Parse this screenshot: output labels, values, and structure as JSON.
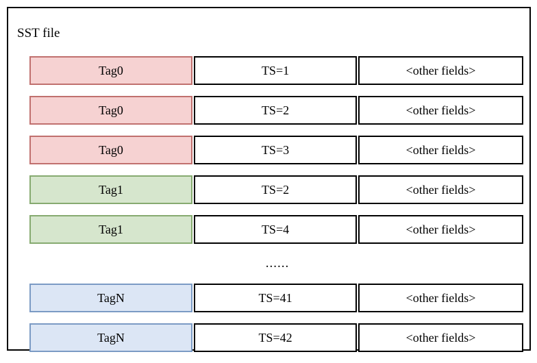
{
  "diagram": {
    "title": "SST file",
    "ellipsis": "......",
    "colors": {
      "tag0_fill": "#f6d2d2",
      "tag0_border": "#c0706e",
      "tag1_fill": "#d6e6cd",
      "tag1_border": "#86aa70",
      "tagN_fill": "#dce6f5",
      "tagN_border": "#7b9ac4",
      "frame_border": "#000000",
      "background": "#ffffff"
    },
    "rows": [
      {
        "tag": "Tag0",
        "ts": "TS=1",
        "other": "<other fields>",
        "color": "pink"
      },
      {
        "tag": "Tag0",
        "ts": "TS=2",
        "other": "<other fields>",
        "color": "pink"
      },
      {
        "tag": "Tag0",
        "ts": "TS=3",
        "other": "<other fields>",
        "color": "pink"
      },
      {
        "tag": "Tag1",
        "ts": "TS=2",
        "other": "<other fields>",
        "color": "green"
      },
      {
        "tag": "Tag1",
        "ts": "TS=4",
        "other": "<other fields>",
        "color": "green"
      },
      {
        "tag": "TagN",
        "ts": "TS=41",
        "other": "<other fields>",
        "color": "blue"
      },
      {
        "tag": "TagN",
        "ts": "TS=42",
        "other": "<other fields>",
        "color": "blue"
      }
    ]
  }
}
